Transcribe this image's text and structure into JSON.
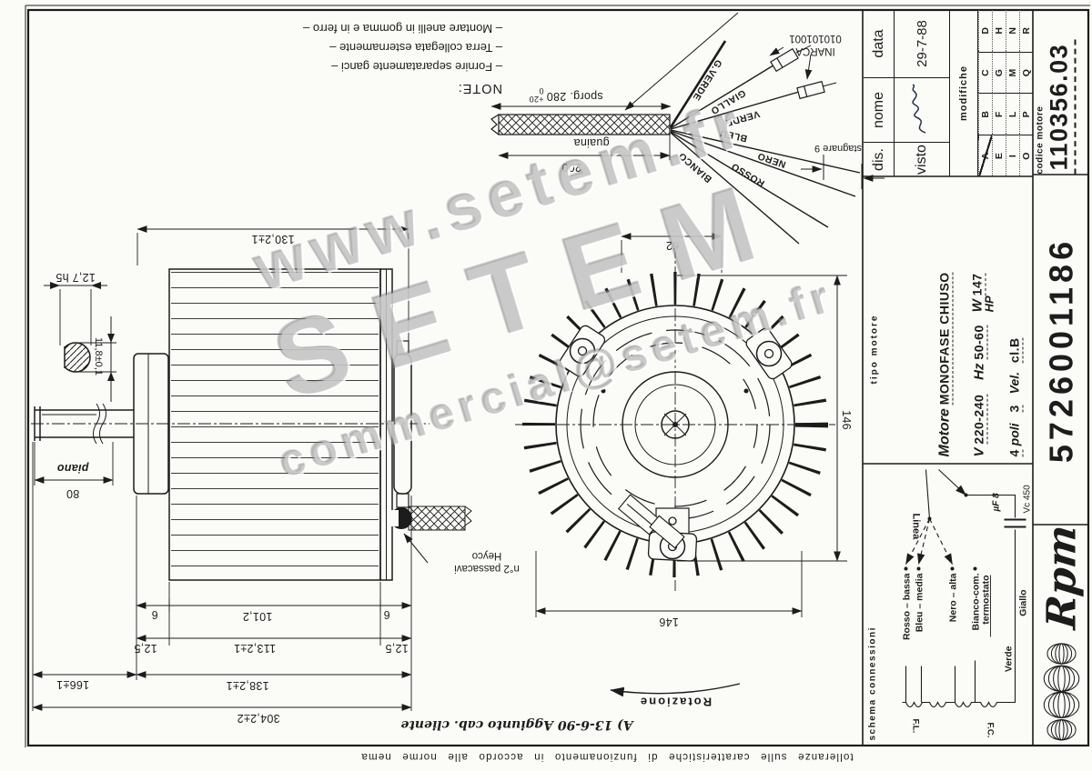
{
  "colors": {
    "paper": "#fbfbf8",
    "ink": "#1c1c1c",
    "watermark": "#8c8c8c"
  },
  "watermark": {
    "line1": "www.setem.fr",
    "line2": "SETEM",
    "line3": "commercial@setem.fr"
  },
  "note": {
    "title": "NOTE:",
    "line1": "– Fornire separatamente ganci –",
    "line2": "– Terra collegata esternamente –",
    "line3": "– Montare anelli in gomma e in ferro –"
  },
  "cable": {
    "sporg_main": "sporg. 280",
    "sporg_tol_top": "+20",
    "sporg_tol_bot": "0",
    "guaina_label": "guaina",
    "length_dim": "200",
    "stagnare_label": "stagnare 9",
    "inarca_line1": "INARCA",
    "inarca_line2": "010101001",
    "wire_labels": [
      "G.VERDE",
      "GIALLO",
      "VERDE",
      "BLEU",
      "NERO",
      "ROSSO",
      "BIANCO"
    ]
  },
  "side_view": {
    "dim_130": "130,2±1",
    "dim_127": "12,7 h5",
    "dim_118": "11,8±0,1",
    "piano_label": "piano",
    "dim_80": "80",
    "dim_6_left": "6",
    "dim_101": "101,2",
    "dim_6_right": "6",
    "dim_125_left": "12,5",
    "dim_113": "113,2±1",
    "dim_125_right": "12,5",
    "dim_166": "166±1",
    "dim_138": "138,2±1",
    "dim_304": "304,2±2",
    "passacavi_line1": "n°2 passacavi",
    "passacavi_line2": "Heyco"
  },
  "front_view": {
    "dim_62": "62",
    "dim_146_vert": "146",
    "dim_146_horiz": "146",
    "rotation_label": "Rotazione"
  },
  "revision_note": "A) 13-6-90 Aggiunto cab. cliente",
  "footer_note": "tolleranze sulle caratteristiche di funzionamento in accordo alle norme nema",
  "title_block": {
    "label_dis": "dis.",
    "label_nome": "nome",
    "label_data": "data",
    "label_visto": "visto",
    "label_modifiche": "modifiche",
    "value_data": "29-7-88",
    "modifiche_grid": [
      "A",
      "B",
      "C",
      "D",
      "E",
      "F",
      "G",
      "H",
      "I",
      "L",
      "M",
      "N",
      "O",
      "P",
      "Q",
      "R"
    ]
  },
  "codice_motore": {
    "label": "codice motore",
    "value": "110356.03"
  },
  "part_number": "5726001186",
  "logo_text": "Rpm",
  "tipo_motore": {
    "section_label": "tipo motore",
    "motore_label": "Motore",
    "motore_value": "MONOFASE CHIUSO",
    "v_label": "V",
    "v_value": "220-240",
    "hz_label": "Hz",
    "hz_value": "50-60",
    "w_label": "W",
    "w_value": "147",
    "hp_label": "HP",
    "poli_num": "4",
    "poli_label": "poli",
    "vel_num": "3",
    "vel_label": "Vel.",
    "classe_value": "cl.B"
  },
  "schema": {
    "section_label": "schema connessioni",
    "linea_label": "Linea",
    "row_bassa": "Rosso – bassa",
    "row_media": "Bleu – media",
    "row_alta": "Nero – alta",
    "common_line1": "Bianco-com.",
    "common_line2": "termostato",
    "verde_label": "Verde",
    "giallo_label": "Giallo",
    "cap_value": "µF 8",
    "cap_voltage": "Vc 450",
    "fl_label": "F.L.",
    "fc_label": "F.C."
  }
}
